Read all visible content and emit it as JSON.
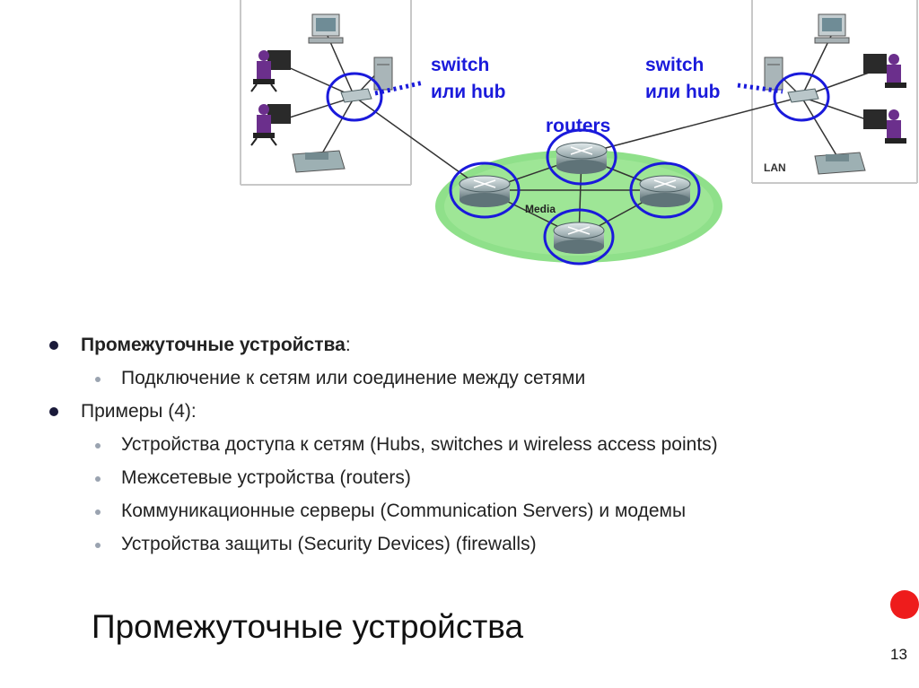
{
  "diagram": {
    "switch_left_line1": "switch",
    "switch_left_line2": "или hub",
    "switch_right_line1": "switch",
    "switch_right_line2": "или hub",
    "routers_label": "routers",
    "media_label": "Media",
    "lan_label": "LAN",
    "accent_color": "#1a1adb",
    "cloud_color": "#8fe08a"
  },
  "bullets": {
    "item1_bold": "Промежуточные устройства",
    "item1_suffix": ":",
    "item1_sub1": "Подключение к сетям или соединение между сетями",
    "item2": "Примеры (4):",
    "item2_sub1": "Устройства доступа к сетям (Hubs, switches и wireless access points)",
    "item2_sub2": "Межсетевые устройства (routers)",
    "item2_sub3": "Коммуникационные серверы (Communication Servers) и модемы",
    "item2_sub4": "Устройства защиты (Security Devices) (firewalls)"
  },
  "slide": {
    "title": "Промежуточные устройства",
    "page_number": "13"
  }
}
